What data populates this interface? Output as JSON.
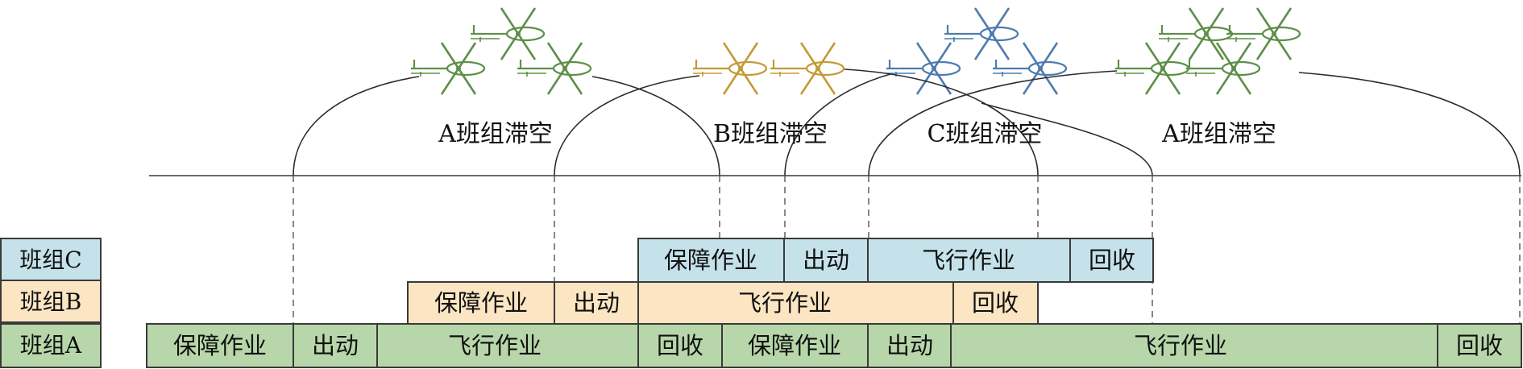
{
  "colors": {
    "team_a_fill": "#b7d7aa",
    "team_b_fill": "#fbe5c2",
    "team_c_fill": "#c5e2ea",
    "line": "#3a3a3a",
    "helicopter_green": "#5d8f49",
    "helicopter_gold": "#c39b36",
    "helicopter_blue": "#4d7cae"
  },
  "legend": [
    {
      "label": "班组C",
      "color": "#c5e2ea"
    },
    {
      "label": "班组B",
      "color": "#fbe5c2"
    },
    {
      "label": "班组A",
      "color": "#b7d7aa"
    }
  ],
  "phases": [
    "A班组滞空",
    "B班组滞空",
    "C班组滞空",
    "A班组滞空"
  ],
  "rows": {
    "team_c": [
      "保障作业",
      "出动",
      "飞行作业",
      "回收"
    ],
    "team_b": [
      "保障作业",
      "出动",
      "飞行作业",
      "回收"
    ],
    "team_a": [
      "保障作业",
      "出动",
      "飞行作业",
      "回收",
      "保障作业",
      "出动",
      "飞行作业",
      "回收"
    ]
  },
  "icons": {
    "helicopter": "helicopter-icon"
  }
}
